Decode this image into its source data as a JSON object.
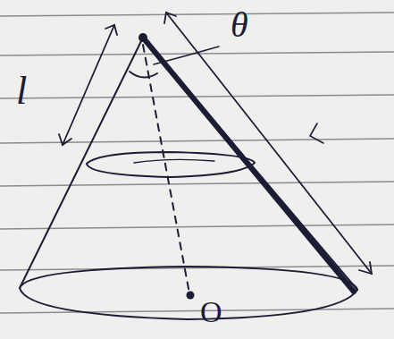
{
  "diagram": {
    "labels": [
      "l",
      "θ",
      "O"
    ]
  }
}
